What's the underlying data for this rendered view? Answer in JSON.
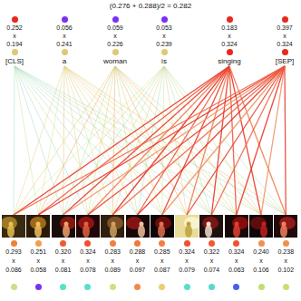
{
  "diagram": {
    "title": "(0.276 + 0.288)/2 = 0.282",
    "nodes": [
      {
        "text": [
          "0.252",
          "x",
          "0.194",
          "[CLS]"
        ]
      },
      {
        "text": [
          "0.056",
          "x",
          "0.241",
          "a"
        ]
      },
      {
        "text": [
          "0.059",
          "x",
          "0.226",
          "woman"
        ]
      },
      {
        "text": [
          "0.053",
          "x",
          "0.239",
          "is"
        ]
      },
      {
        "text": [
          "0.183",
          "x",
          "0.324",
          "singing"
        ]
      },
      {
        "text": [
          "0.397",
          "x",
          "0.324",
          "[SEP]"
        ]
      },
      {
        "text": [
          "0.293",
          "x",
          "0.086"
        ]
      },
      {
        "text": [
          "0.251",
          "x",
          "0.058"
        ]
      },
      {
        "text": [
          "0.320",
          "x",
          "0.081"
        ]
      },
      {
        "text": [
          "0.324",
          "x",
          "0.078"
        ]
      },
      {
        "text": [
          "0.283",
          "x",
          "0.089"
        ]
      },
      {
        "text": [
          "0.288",
          "x",
          "0.097"
        ]
      },
      {
        "text": [
          "0.285",
          "x",
          "0.087"
        ]
      },
      {
        "text": [
          "0.324",
          "x",
          "0.079"
        ]
      },
      {
        "text": [
          "0.322",
          "x",
          "0.074"
        ]
      },
      {
        "text": [
          "0.324",
          "x",
          "0.063"
        ]
      },
      {
        "text": [
          "0.240",
          "x",
          "0.106"
        ]
      },
      {
        "text": [
          "0.238",
          "x",
          "0.102"
        ]
      }
    ],
    "edges": [
      {
        "from": 0,
        "to": 6,
        "arrow": "none"
      },
      {
        "from": 0,
        "to": 7,
        "arrow": "none"
      },
      {
        "from": 0,
        "to": 8,
        "arrow": "none"
      },
      {
        "from": 0,
        "to": 9,
        "arrow": "none"
      },
      {
        "from": 0,
        "to": 10,
        "arrow": "none"
      },
      {
        "from": 0,
        "to": 11,
        "arrow": "none"
      },
      {
        "from": 0,
        "to": 12,
        "arrow": "none"
      },
      {
        "from": 0,
        "to": 13,
        "arrow": "none"
      },
      {
        "from": 0,
        "to": 14,
        "arrow": "none"
      },
      {
        "from": 0,
        "to": 15,
        "arrow": "none"
      },
      {
        "from": 0,
        "to": 16,
        "arrow": "none"
      },
      {
        "from": 0,
        "to": 17,
        "arrow": "none"
      },
      {
        "from": 1,
        "to": 6,
        "arrow": "none"
      },
      {
        "from": 1,
        "to": 7,
        "arrow": "none"
      },
      {
        "from": 1,
        "to": 8,
        "arrow": "none"
      },
      {
        "from": 1,
        "to": 9,
        "arrow": "none"
      },
      {
        "from": 1,
        "to": 10,
        "arrow": "none"
      },
      {
        "from": 1,
        "to": 11,
        "arrow": "none"
      },
      {
        "from": 1,
        "to": 12,
        "arrow": "none"
      },
      {
        "from": 1,
        "to": 13,
        "arrow": "none"
      },
      {
        "from": 1,
        "to": 14,
        "arrow": "none"
      },
      {
        "from": 1,
        "to": 15,
        "arrow": "none"
      },
      {
        "from": 1,
        "to": 16,
        "arrow": "none"
      },
      {
        "from": 1,
        "to": 17,
        "arrow": "none"
      },
      {
        "from": 2,
        "to": 6,
        "arrow": "none"
      },
      {
        "from": 2,
        "to": 7,
        "arrow": "none"
      },
      {
        "from": 2,
        "to": 8,
        "arrow": "none"
      },
      {
        "from": 2,
        "to": 9,
        "arrow": "none"
      },
      {
        "from": 2,
        "to": 10,
        "arrow": "none"
      },
      {
        "from": 2,
        "to": 11,
        "arrow": "none"
      },
      {
        "from": 2,
        "to": 12,
        "arrow": "none"
      },
      {
        "from": 2,
        "to": 13,
        "arrow": "none"
      },
      {
        "from": 2,
        "to": 14,
        "arrow": "none"
      },
      {
        "from": 2,
        "to": 15,
        "arrow": "none"
      },
      {
        "from": 2,
        "to": 16,
        "arrow": "none"
      },
      {
        "from": 2,
        "to": 17,
        "arrow": "none"
      },
      {
        "from": 3,
        "to": 6,
        "arrow": "none"
      },
      {
        "from": 3,
        "to": 7,
        "arrow": "none"
      },
      {
        "from": 3,
        "to": 8,
        "arrow": "none"
      },
      {
        "from": 3,
        "to": 9,
        "arrow": "none"
      },
      {
        "from": 3,
        "to": 10,
        "arrow": "none"
      },
      {
        "from": 3,
        "to": 11,
        "arrow": "none"
      },
      {
        "from": 3,
        "to": 12,
        "arrow": "none"
      },
      {
        "from": 3,
        "to": 13,
        "arrow": "none"
      },
      {
        "from": 3,
        "to": 14,
        "arrow": "none"
      },
      {
        "from": 3,
        "to": 15,
        "arrow": "none"
      },
      {
        "from": 3,
        "to": 16,
        "arrow": "none"
      },
      {
        "from": 3,
        "to": 17,
        "arrow": "none"
      },
      {
        "from": 4,
        "to": 6,
        "arrow": "none"
      },
      {
        "from": 4,
        "to": 7,
        "arrow": "none"
      },
      {
        "from": 4,
        "to": 8,
        "arrow": "none"
      },
      {
        "from": 4,
        "to": 9,
        "arrow": "none"
      },
      {
        "from": 4,
        "to": 10,
        "arrow": "none"
      },
      {
        "from": 4,
        "to": 11,
        "arrow": "none"
      },
      {
        "from": 4,
        "to": 12,
        "arrow": "none"
      },
      {
        "from": 4,
        "to": 13,
        "arrow": "none"
      },
      {
        "from": 4,
        "to": 14,
        "arrow": "none"
      },
      {
        "from": 4,
        "to": 15,
        "arrow": "none"
      },
      {
        "from": 4,
        "to": 16,
        "arrow": "none"
      },
      {
        "from": 4,
        "to": 17,
        "arrow": "none"
      },
      {
        "from": 5,
        "to": 6,
        "arrow": "none"
      },
      {
        "from": 5,
        "to": 7,
        "arrow": "none"
      },
      {
        "from": 5,
        "to": 8,
        "arrow": "none"
      },
      {
        "from": 5,
        "to": 9,
        "arrow": "none"
      },
      {
        "from": 5,
        "to": 10,
        "arrow": "none"
      },
      {
        "from": 5,
        "to": 11,
        "arrow": "none"
      },
      {
        "from": 5,
        "to": 12,
        "arrow": "none"
      },
      {
        "from": 5,
        "to": 13,
        "arrow": "none"
      },
      {
        "from": 5,
        "to": 14,
        "arrow": "none"
      },
      {
        "from": 5,
        "to": 15,
        "arrow": "none"
      },
      {
        "from": 5,
        "to": 16,
        "arrow": "none"
      },
      {
        "from": 5,
        "to": 17,
        "arrow": "none"
      }
    ]
  }
}
